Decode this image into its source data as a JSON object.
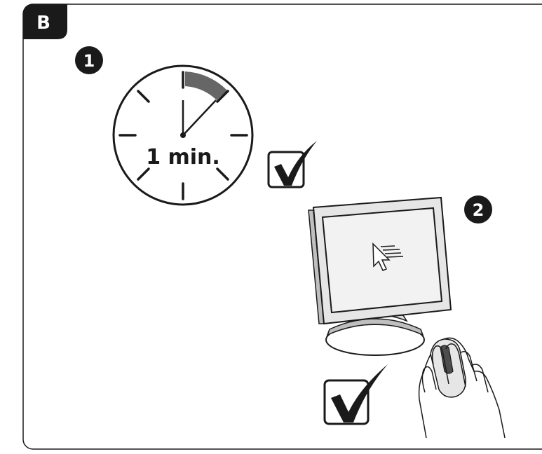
{
  "panel": {
    "label": "B",
    "border_color": "#1a1a1a",
    "tab_color": "#1a1a1a"
  },
  "steps": [
    {
      "number": "1",
      "timer_text": "1 min.",
      "checked": true
    },
    {
      "number": "2",
      "checked": true
    }
  ],
  "colors": {
    "ink": "#1a1a1a",
    "timer_wedge": "#666666",
    "monitor_face": "#e6e6e6",
    "screen": "#f2f2f2",
    "monitor_shadow": "#bfbfbf"
  },
  "icons": [
    "stopwatch-icon",
    "checkbox-checked-icon",
    "monitor-icon",
    "cursor-icon",
    "mouse-icon",
    "hand-icon"
  ]
}
